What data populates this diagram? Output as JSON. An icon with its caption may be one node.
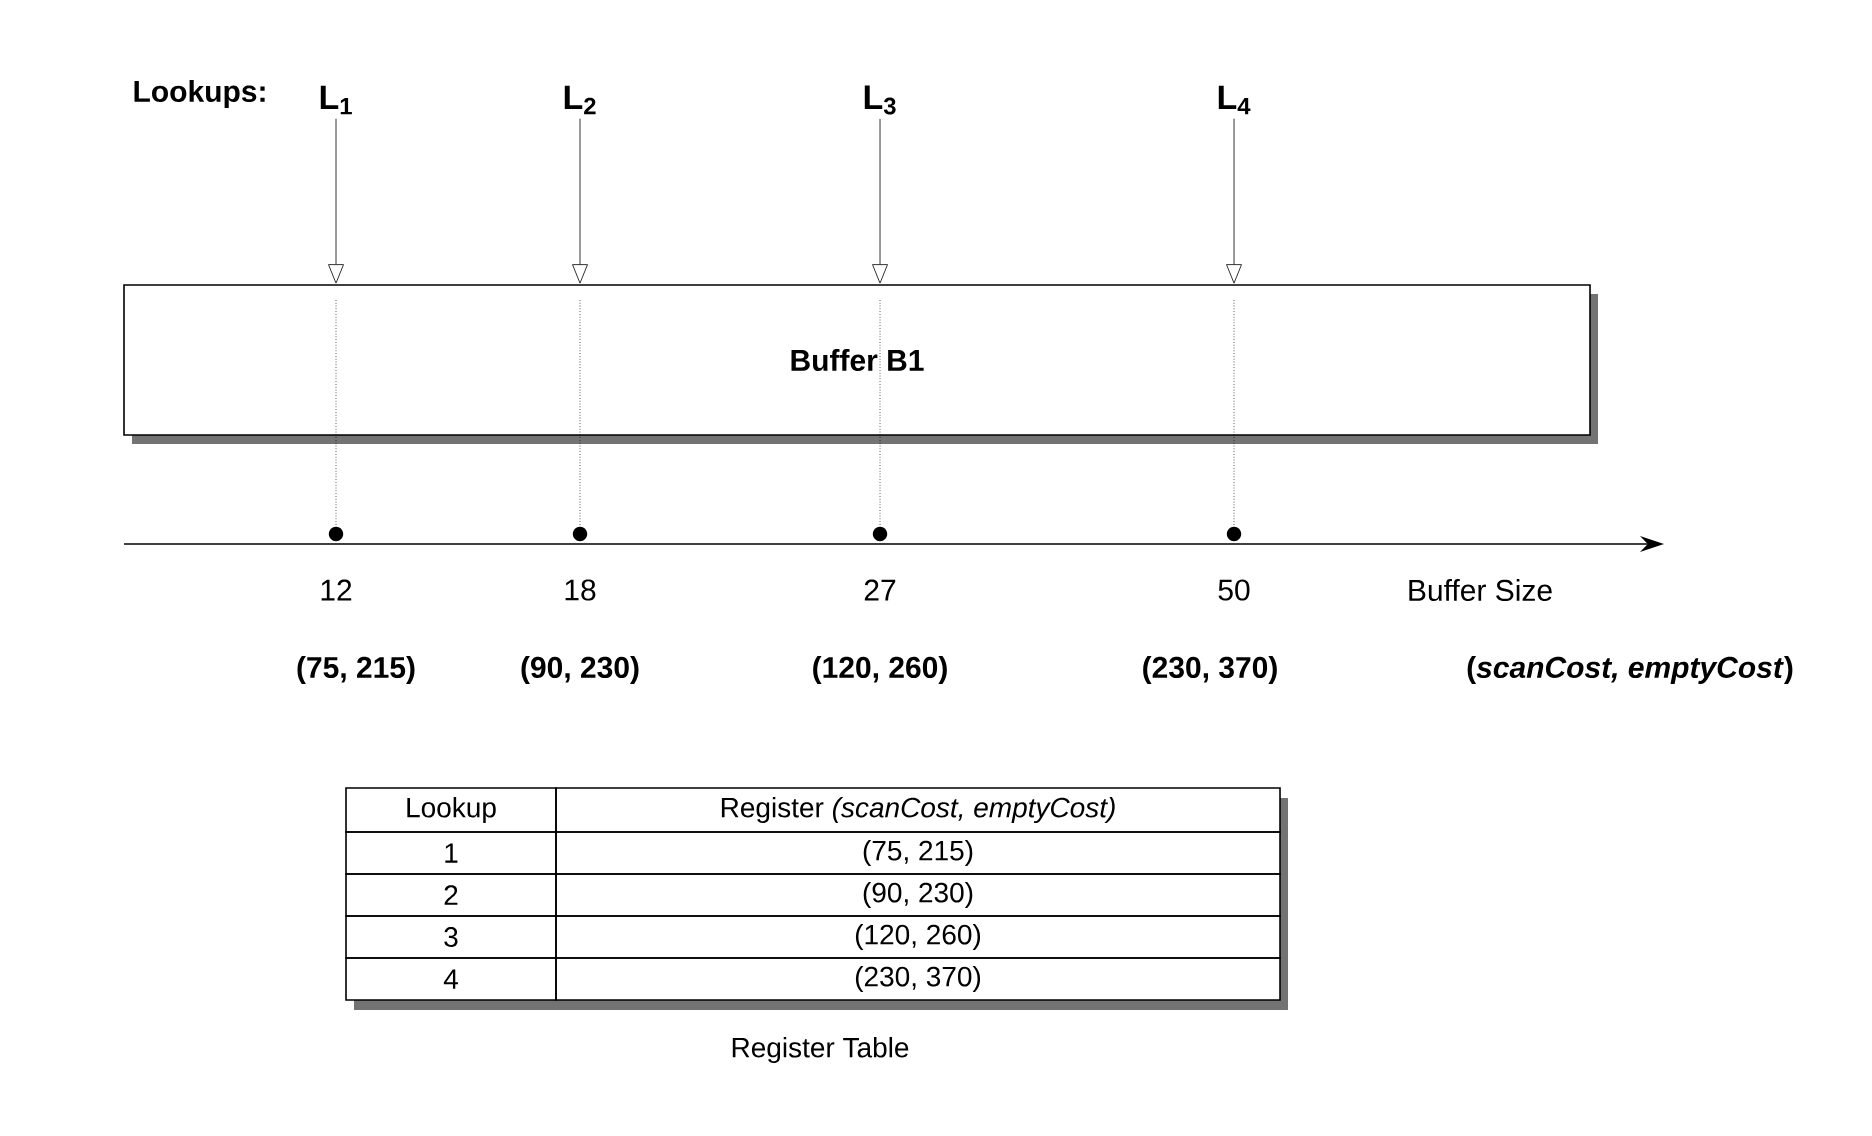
{
  "diagram": {
    "nodes": [
      {
        "text": [
          "L$_{1}$"
        ]
      },
      {
        "text": [
          "L$_{2}$"
        ]
      },
      {
        "text": [
          "L$_{3}$"
        ]
      },
      {
        "text": [
          "L$_{4}$"
        ]
      },
      {
        "text": [
          "Buffer B1"
        ]
      }
    ],
    "edges": [
      {
        "from": 0,
        "to": 4,
        "arrow": "to"
      },
      {
        "from": 1,
        "to": 4,
        "arrow": "to"
      },
      {
        "from": 2,
        "to": 4,
        "arrow": "to"
      },
      {
        "from": 3,
        "to": 4,
        "arrow": "to"
      }
    ],
    "labels": [
      "Lookups:",
      "12",
      "18",
      "27",
      "50",
      "Buffer Size",
      "(75, 215)",
      "(90, 230)",
      "(120, 260)",
      "(230, 370)",
      "(*scanCost, emptyCost*)",
      "Lookup",
      "Register *(scanCost, emptyCost)*",
      "1",
      "(75, 215)",
      "2",
      "(90, 230)",
      "3",
      "(120, 260)",
      "4",
      "(230, 370)",
      "Register Table"
    ]
  }
}
